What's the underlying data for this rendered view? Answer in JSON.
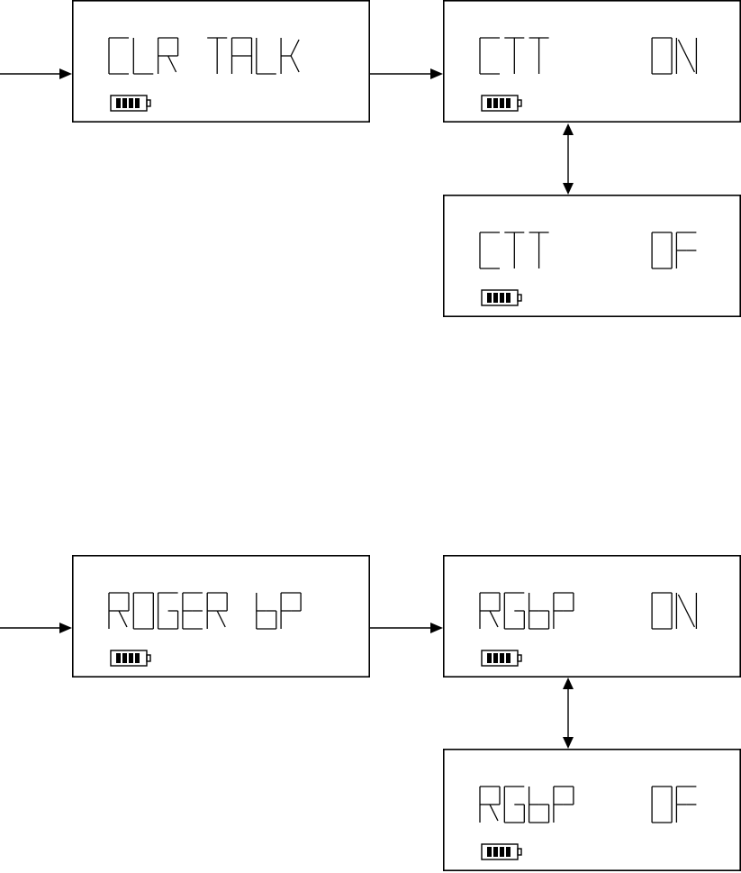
{
  "displays": [
    {
      "id": "clr-talk",
      "text": "CLR TALK",
      "battery_level": 4
    },
    {
      "id": "ctt-on",
      "text": "CTT    ON",
      "battery_level": 4
    },
    {
      "id": "ctt-of",
      "text": "CTT    OF",
      "battery_level": 4
    },
    {
      "id": "roger-bp",
      "text": "ROGER bP",
      "battery_level": 4
    },
    {
      "id": "rgbp-on",
      "text": "RGbP   ON",
      "battery_level": 4
    },
    {
      "id": "rgbp-of",
      "text": "RGbP   OF",
      "battery_level": 4
    }
  ],
  "colors": {
    "line": "#000000",
    "background": "#ffffff"
  }
}
